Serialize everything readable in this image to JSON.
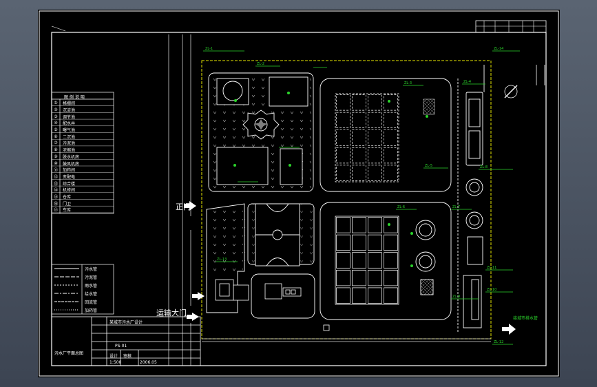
{
  "gates": {
    "main_gate": "正门",
    "transport_gate": "运输大门"
  },
  "legend_title": "图  例  说  明",
  "legend_items": [
    {
      "num": "①",
      "text": "格栅间"
    },
    {
      "num": "②",
      "text": "沉淀池"
    },
    {
      "num": "③",
      "text": "调节池"
    },
    {
      "num": "④",
      "text": "配水井"
    },
    {
      "num": "⑤",
      "text": "曝气池"
    },
    {
      "num": "⑥",
      "text": "二沉池"
    },
    {
      "num": "⑦",
      "text": "污泥池"
    },
    {
      "num": "⑧",
      "text": "浓缩池"
    },
    {
      "num": "⑨",
      "text": "脱水机房"
    },
    {
      "num": "⑩",
      "text": "鼓风机房"
    },
    {
      "num": "⑪",
      "text": "加药间"
    },
    {
      "num": "⑫",
      "text": "变配电"
    },
    {
      "num": "⑬",
      "text": "综合楼"
    },
    {
      "num": "⑭",
      "text": "机修间"
    },
    {
      "num": "⑮",
      "text": "仓库"
    },
    {
      "num": "⑯",
      "text": "门卫"
    },
    {
      "num": "⑰",
      "text": "车库"
    }
  ],
  "pipe_legend": [
    {
      "text": "污水管"
    },
    {
      "text": "污泥管"
    },
    {
      "text": "雨水管"
    },
    {
      "text": "给水管"
    },
    {
      "text": "回流管"
    },
    {
      "text": "加药管"
    }
  ],
  "title_block": {
    "project": "某城市污水厂设计",
    "drawing": "污水厂平面总图",
    "code": "PS-01",
    "scale": "1:500",
    "date": "2006.05",
    "role1": "设计",
    "role2": "审核"
  },
  "arrow_note": "接城市排水管"
}
